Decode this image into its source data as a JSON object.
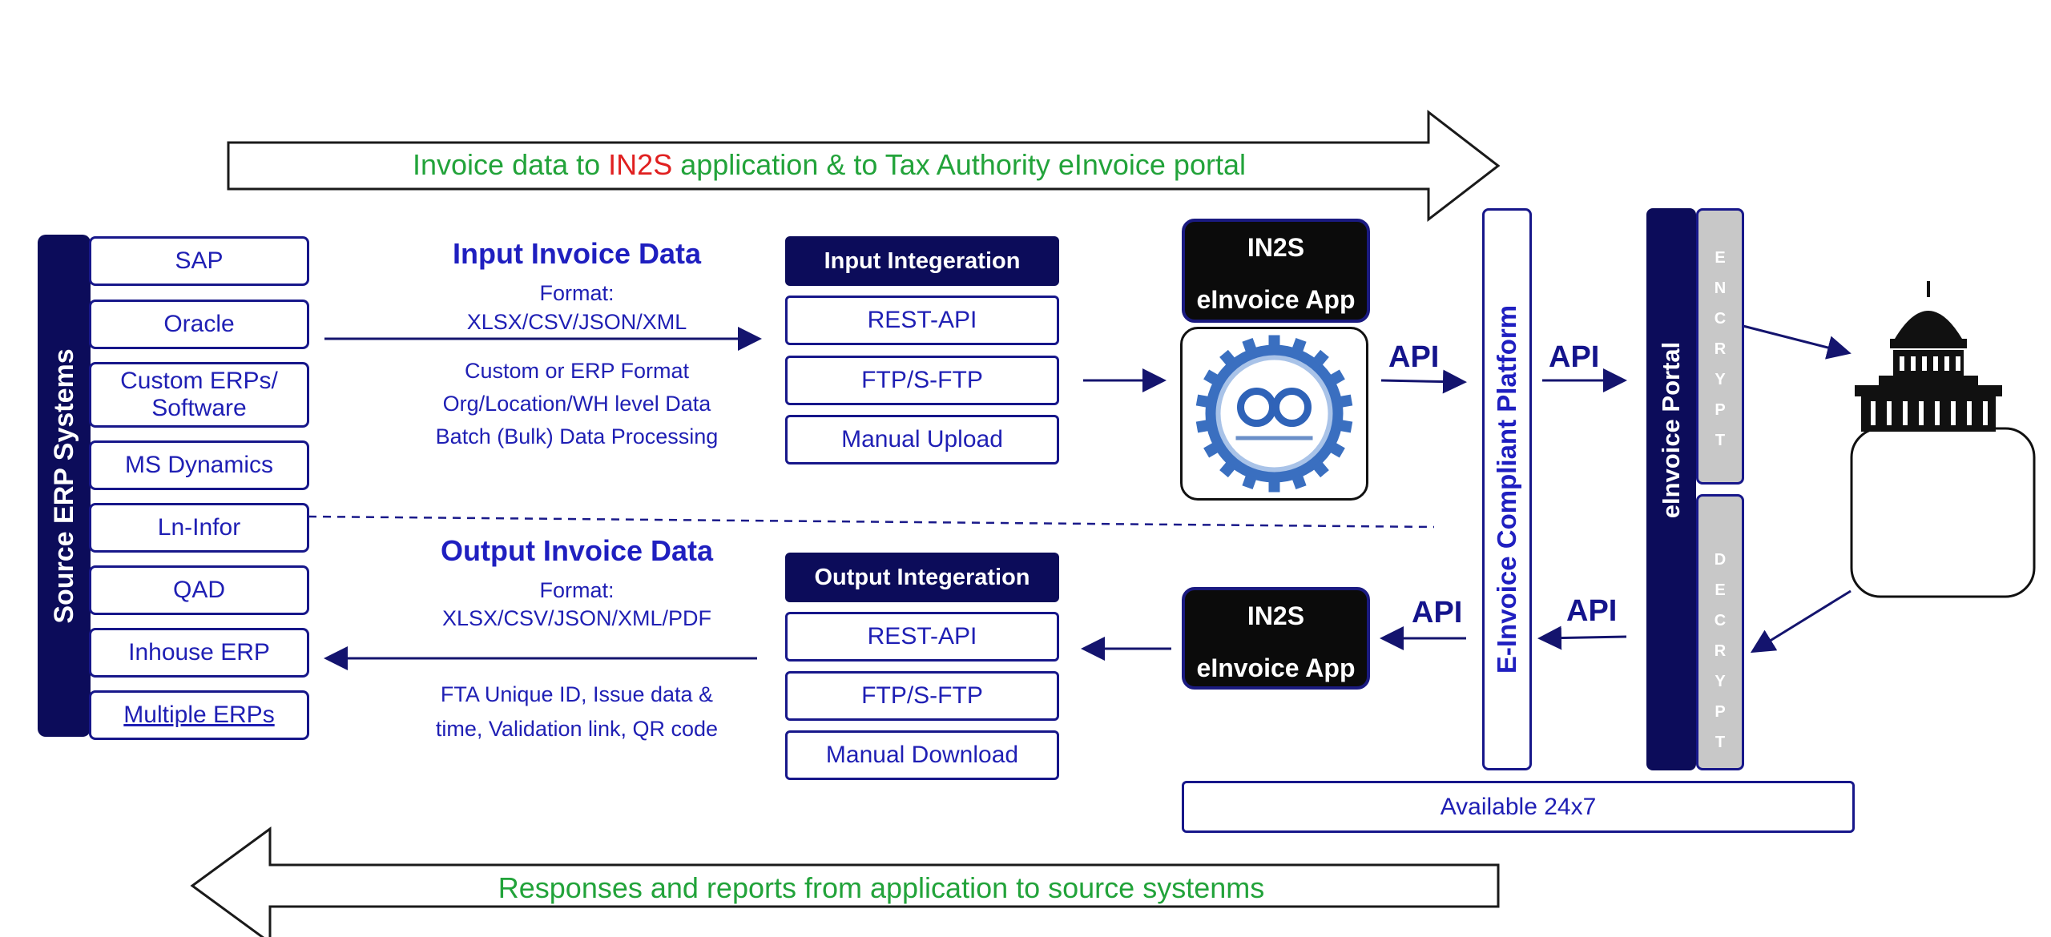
{
  "top_arrow": {
    "part1": "Invoice data to ",
    "brand": "IN2S",
    "part2": " application & to Tax Authority eInvoice portal"
  },
  "bottom_arrow": {
    "text": "Responses and reports from application to source systenms"
  },
  "source_erp": {
    "title": "Source ERP Systems",
    "items": [
      "SAP",
      "Oracle",
      "Custom ERPs/ Software",
      "MS Dynamics",
      "Ln-Infor",
      "QAD",
      "Inhouse ERP",
      "Multiple ERPs"
    ]
  },
  "input_data": {
    "heading": "Input Invoice Data",
    "format_label": "Format:",
    "formats": "XLSX/CSV/JSON/XML",
    "lines": [
      "Custom or ERP Format",
      "Org/Location/WH level Data",
      "Batch (Bulk) Data Processing"
    ]
  },
  "output_data": {
    "heading": "Output Invoice Data",
    "format_label": "Format:",
    "formats": "XLSX/CSV/JSON/XML/PDF",
    "lines": [
      "FTA Unique ID, Issue data &",
      "time, Validation link, QR code"
    ]
  },
  "input_integration": {
    "title": "Input Integeration",
    "items": [
      "REST-API",
      "FTP/S-FTP",
      "Manual Upload"
    ]
  },
  "output_integration": {
    "title": "Output Integeration",
    "items": [
      "REST-API",
      "FTP/S-FTP",
      "Manual Download"
    ]
  },
  "app_top": {
    "line1": "IN2S",
    "line2": "eInvoice App"
  },
  "app_bottom": {
    "line1": "IN2S",
    "line2": "eInvoice App"
  },
  "api_labels": [
    "API",
    "API",
    "API",
    "API"
  ],
  "platform": {
    "label": "E-Invoice Compliant Platform"
  },
  "portal": {
    "label": "eInvoice Portal",
    "encrypt": "E N C R Y P T",
    "decrypt": "D E C R Y P T"
  },
  "availability": {
    "text": "Available 24x7"
  },
  "colors": {
    "navy": "#0c0c5a",
    "text_blue": "#1f1fb4",
    "green": "#22a33a",
    "red": "#e02020",
    "gray": "#c8c8c8"
  },
  "icons": [
    "gear-logo-icon",
    "capitol-building-icon"
  ]
}
